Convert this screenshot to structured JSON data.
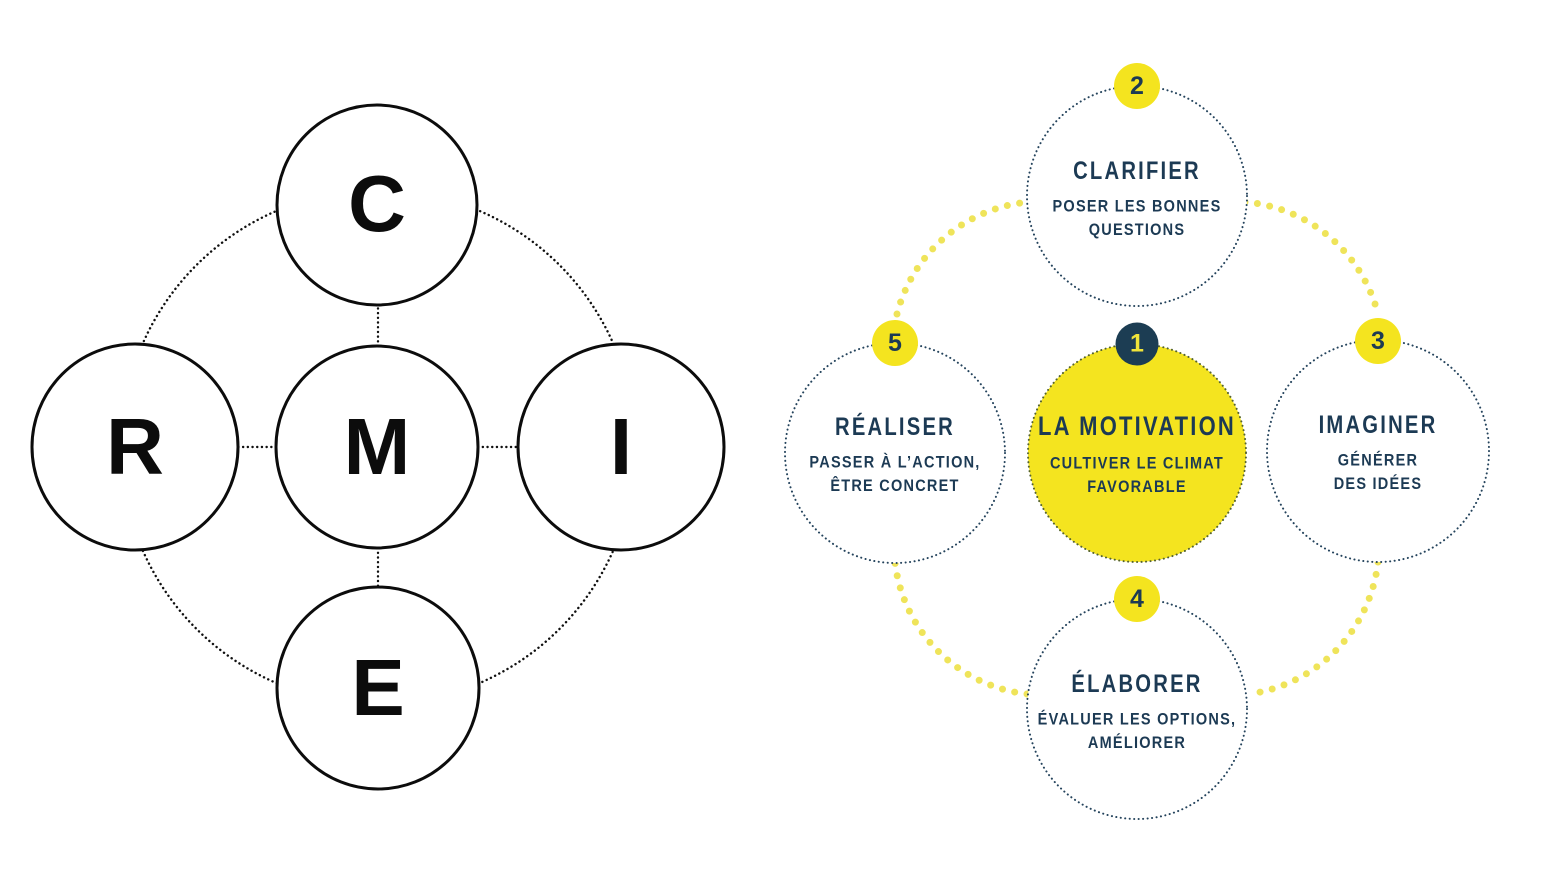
{
  "colors": {
    "background": "#ffffff",
    "black_ink": "#0c0c0c",
    "navy": "#1c3a54",
    "yellow": "#f4e41f",
    "yellow_arc_dots": "#efe45a"
  },
  "left_diagram": {
    "description": "CRMIE acronym circles",
    "nodes": [
      {
        "position": "top",
        "letter": "C"
      },
      {
        "position": "left",
        "letter": "R"
      },
      {
        "position": "center",
        "letter": "M"
      },
      {
        "position": "right",
        "letter": "I"
      },
      {
        "position": "bottom",
        "letter": "E"
      }
    ]
  },
  "right_diagram": {
    "description": "Creative problem solving steps (French)",
    "steps": [
      {
        "number": "1",
        "title": "LA MOTIVATION",
        "line1": "CULTIVER LE CLIMAT",
        "line2": "FAVORABLE",
        "position": "center",
        "highlighted": true
      },
      {
        "number": "2",
        "title": "CLARIFIER",
        "line1": "POSER LES BONNES",
        "line2": "QUESTIONS",
        "position": "top",
        "highlighted": false
      },
      {
        "number": "3",
        "title": "IMAGINER",
        "line1": "GÉNÉRER",
        "line2": "DES IDÉES",
        "position": "right",
        "highlighted": false
      },
      {
        "number": "4",
        "title": "ÉLABORER",
        "line1": "ÉVALUER LES OPTIONS,",
        "line2": "AMÉLIORER",
        "position": "bottom",
        "highlighted": false
      },
      {
        "number": "5",
        "title": "RÉALISER",
        "line1": "PASSER À L’ACTION,",
        "line2": "ÊTRE CONCRET",
        "position": "left",
        "highlighted": false
      }
    ]
  }
}
